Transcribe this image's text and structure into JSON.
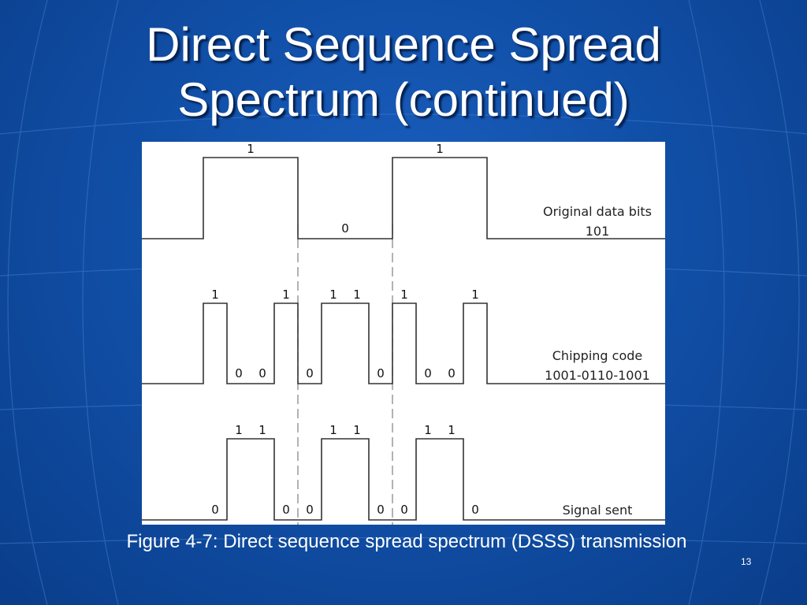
{
  "slide": {
    "title_line1": "Direct Sequence Spread",
    "title_line2": "Spectrum (continued)",
    "caption": "Figure 4-7: Direct sequence spread spectrum (DSSS) transmission",
    "page_number": "13"
  },
  "diagram": {
    "rows": [
      {
        "label_lines": [
          "Original data bits",
          "101"
        ],
        "bits": [
          1,
          0,
          1
        ],
        "bit_labels": [
          "1",
          "0",
          "1"
        ]
      },
      {
        "label_lines": [
          "Chipping code",
          "1001-0110-1001"
        ],
        "bits": [
          1,
          0,
          0,
          1,
          0,
          1,
          1,
          0,
          1,
          0,
          0,
          1
        ],
        "bit_labels": [
          "1",
          "0",
          "0",
          "1",
          "0",
          "1",
          "1",
          "0",
          "1",
          "0",
          "0",
          "1"
        ]
      },
      {
        "label_lines": [
          "Signal sent"
        ],
        "bits": [
          0,
          1,
          1,
          0,
          0,
          1,
          1,
          0,
          0,
          1,
          1,
          0
        ],
        "bit_labels": [
          "0",
          "1",
          "1",
          "0",
          "0",
          "1",
          "1",
          "0",
          "0",
          "1",
          "1",
          "0"
        ]
      }
    ]
  },
  "colors": {
    "background": "#1150a8",
    "text": "#ffffff"
  }
}
